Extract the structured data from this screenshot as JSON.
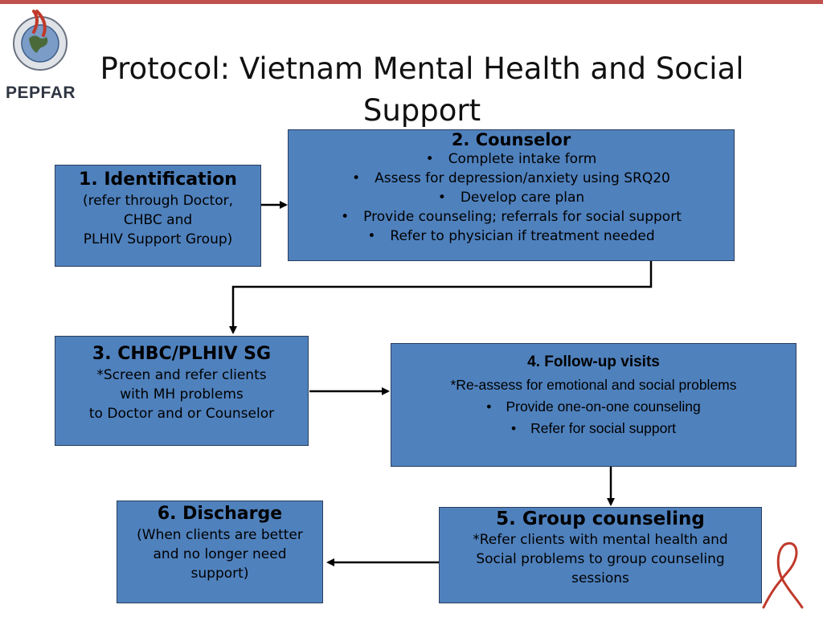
{
  "logo": {
    "label": "PEPFAR"
  },
  "title": {
    "line1": "Protocol:  Vietnam Mental Health and Social",
    "line2": "Support"
  },
  "boxes": {
    "identification": {
      "heading": "1. Identification",
      "lines": [
        "(refer through Doctor,",
        "CHBC and",
        "PLHIV Support Group)"
      ]
    },
    "counselor": {
      "heading": "2. Counselor",
      "bullets": [
        "Complete intake form",
        "Assess for depression/anxiety using SRQ20",
        "Develop care plan",
        "Provide counseling; referrals for social support",
        "Refer to physician if treatment needed"
      ]
    },
    "chbc": {
      "heading": "3. CHBC/PLHIV SG",
      "lines": [
        "*Screen and refer clients",
        "with MH problems",
        "to Doctor and or Counselor"
      ]
    },
    "followup": {
      "heading": "4. Follow-up visits",
      "line": "*Re-assess for emotional and social problems",
      "bullets": [
        "Provide one-on-one counseling",
        "Refer for social support"
      ]
    },
    "group": {
      "heading": "5. Group counseling",
      "lines": [
        "*Refer clients with mental health and",
        "Social problems to group counseling",
        "sessions"
      ]
    },
    "discharge": {
      "heading": "6. Discharge",
      "lines": [
        "(When clients are better",
        "and no longer need",
        "support)"
      ]
    }
  },
  "colors": {
    "box_fill": "#4f81bd",
    "accent": "#c0504d"
  }
}
